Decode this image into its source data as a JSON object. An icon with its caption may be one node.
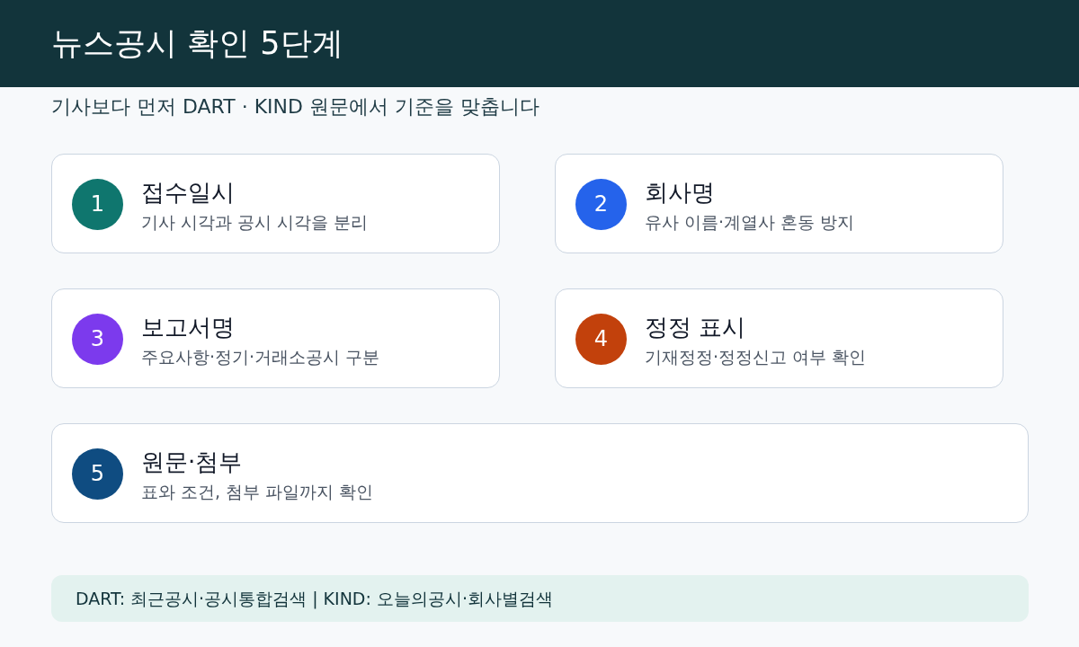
{
  "diagram": {
    "title": "뉴스공시 확인 5단계",
    "nodes": [
      {
        "text": [
          "접수일시",
          "기사 시각과 공시 시각을 분리"
        ]
      },
      {
        "text": [
          "1"
        ],
        "in": 0
      },
      {
        "text": [
          "회사명",
          "유사 이름·계열사 혼동 방지"
        ]
      },
      {
        "text": [
          "2"
        ],
        "in": 2
      },
      {
        "text": [
          "보고서명",
          "주요사항·정기·거래소공시 구분"
        ]
      },
      {
        "text": [
          "3"
        ],
        "in": 4
      },
      {
        "text": [
          "정정 표시",
          "기재정정·정정신고 여부 확인"
        ]
      },
      {
        "text": [
          "4"
        ],
        "in": 6
      },
      {
        "text": [
          "원문·첨부",
          "표와 조건, 첨부 파일까지 확인"
        ]
      },
      {
        "text": [
          "5"
        ],
        "in": 8
      },
      {
        "text": [
          "DART: 최근공시·공시통합검색 | KIND: 오늘의공시·회사별검색"
        ]
      }
    ],
    "edges": [],
    "labels": [
      "기사보다 먼저 DART · KIND 원문에서 기준을 맞춥니다"
    ]
  }
}
